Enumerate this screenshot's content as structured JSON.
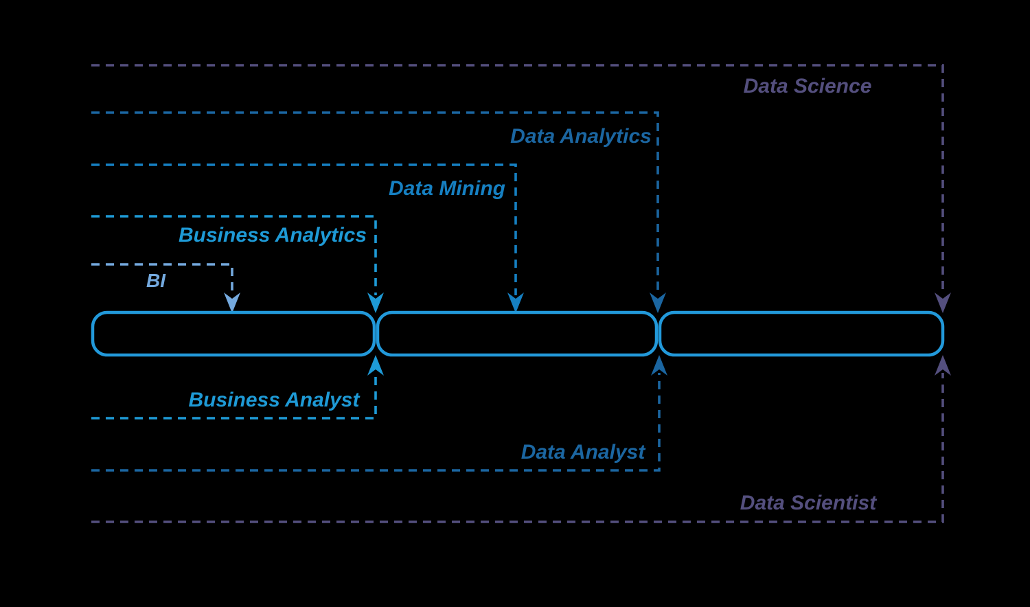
{
  "colors": {
    "background": "#000000",
    "bar_outline": "#2299DA"
  },
  "scopes": {
    "bi": {
      "label": "BI",
      "color": "#74A9DE"
    },
    "business_analytics": {
      "label": "Business Analytics",
      "color": "#1E9AD6"
    },
    "data_mining": {
      "label": "Data Mining",
      "color": "#1680C2"
    },
    "data_analytics": {
      "label": "Data Analytics",
      "color": "#1B66A1"
    },
    "data_science": {
      "label": "Data Science",
      "color": "#544F7E"
    }
  },
  "roles": {
    "business_analyst": {
      "label": "Business Analyst",
      "color": "#1E9AD6"
    },
    "data_analyst": {
      "label": "Data Analyst",
      "color": "#1B66A1"
    },
    "data_scientist": {
      "label": "Data Scientist",
      "color": "#544F7E"
    }
  }
}
